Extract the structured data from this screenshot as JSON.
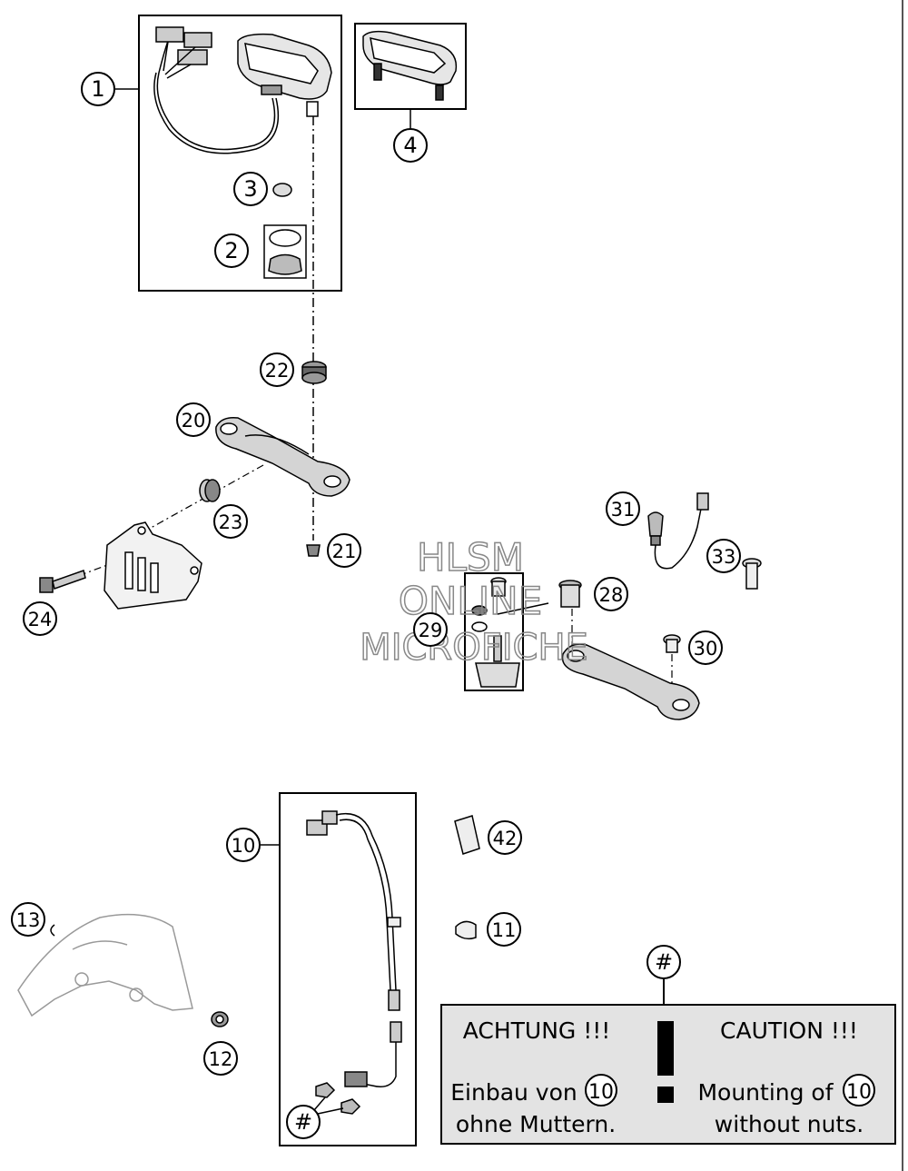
{
  "callouts": [
    {
      "id": "c1",
      "label": "1"
    },
    {
      "id": "c2",
      "label": "2"
    },
    {
      "id": "c3",
      "label": "3"
    },
    {
      "id": "c4",
      "label": "4"
    },
    {
      "id": "c10",
      "label": "10"
    },
    {
      "id": "c11",
      "label": "11"
    },
    {
      "id": "c12",
      "label": "12"
    },
    {
      "id": "c13",
      "label": "13"
    },
    {
      "id": "c20",
      "label": "20"
    },
    {
      "id": "c21",
      "label": "21"
    },
    {
      "id": "c22",
      "label": "22"
    },
    {
      "id": "c23",
      "label": "23"
    },
    {
      "id": "c24",
      "label": "24"
    },
    {
      "id": "c28",
      "label": "28"
    },
    {
      "id": "c29",
      "label": "29"
    },
    {
      "id": "c30",
      "label": "30"
    },
    {
      "id": "c31",
      "label": "31"
    },
    {
      "id": "c33",
      "label": "33"
    },
    {
      "id": "c42",
      "label": "42"
    },
    {
      "id": "hash1",
      "label": "#"
    },
    {
      "id": "hash2",
      "label": "#"
    }
  ],
  "watermark": {
    "line1": "HLSM",
    "line2": "ONLINE",
    "line3": "MICROFICHE"
  },
  "caution": {
    "de_title": "ACHTUNG !!!",
    "de_line1": "Einbau von",
    "de_ref": "10",
    "de_line2": "ohne Muttern.",
    "en_title": "CAUTION !!!",
    "en_line1": "Mounting of",
    "en_ref": "10",
    "en_line2": "without nuts.",
    "bg_color": "#e3e3e3"
  }
}
